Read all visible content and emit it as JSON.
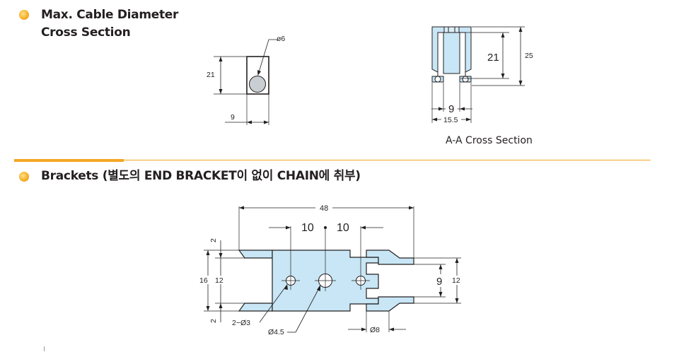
{
  "section1": {
    "title_line1": "Max. Cable Diameter",
    "title_line2": "Cross Section",
    "cable_fig": {
      "dia_label": "ø6",
      "height_label": "21",
      "width_label": "9"
    },
    "aa_fig": {
      "inner_height_label": "21",
      "outer_height_label": "25",
      "inner_width_label": "9",
      "outer_width_label": "15.5",
      "caption": "A-A Cross Section"
    }
  },
  "section2": {
    "title": "Brackets (별도의 END BRACKET이 없이 CHAIN에 취부)",
    "bracket_fig": {
      "overall_label": "48",
      "pitch_left_label": "10",
      "pitch_right_label": "10",
      "top_gap_label": "2",
      "bottom_gap_label": "2",
      "left_outer_label": "16",
      "left_inner_label": "12",
      "right_slot_label": "9",
      "right_outer_label": "12",
      "small_hole_label": "2−Ø3",
      "big_hole_label": "Ø4.5",
      "pin_label": "Ø8"
    }
  },
  "colors": {
    "accent": "#f5a623",
    "fill": "#c8e6f5",
    "line": "#231f20"
  }
}
